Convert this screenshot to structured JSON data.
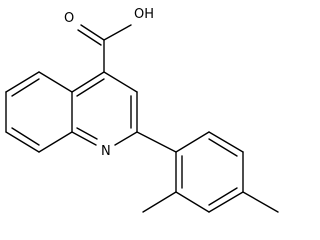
{
  "molecule": {
    "atoms": {
      "oxygen_carbonyl": "O",
      "hydroxyl": "OH",
      "ring_nitrogen": "N"
    },
    "line_color": "#000000",
    "background": "#ffffff"
  }
}
